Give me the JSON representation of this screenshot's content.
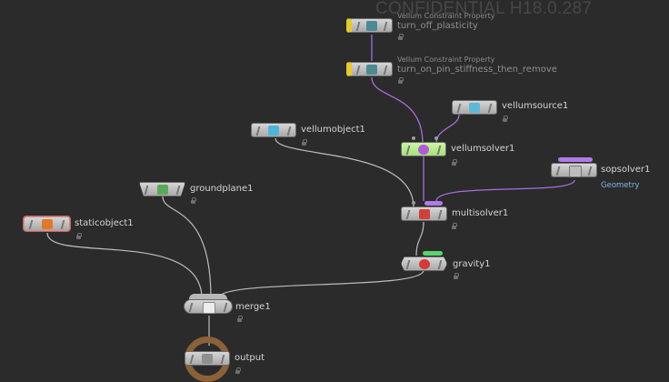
{
  "watermark": "CONFIDENTIAL H18.0.287",
  "nodes": {
    "turn_off_plasticity": {
      "type": "Vellum Constraint Property",
      "name": "turn_off_plasticity"
    },
    "turn_on_pin": {
      "type": "Vellum Constraint Property",
      "name": "turn_on_pin_stiffness_then_remove"
    },
    "vellumsource1": {
      "name": "vellumsource1"
    },
    "vellumobject1": {
      "name": "vellumobject1"
    },
    "vellumsolver1": {
      "name": "vellumsolver1"
    },
    "sopsolver1": {
      "name": "sopsolver1",
      "output_label": "Geometry"
    },
    "groundplane1": {
      "name": "groundplane1"
    },
    "multisolver1": {
      "name": "multisolver1"
    },
    "staticobject1": {
      "name": "staticobject1"
    },
    "gravity1": {
      "name": "gravity1"
    },
    "merge1": {
      "name": "merge1"
    },
    "output": {
      "name": "output"
    }
  },
  "colors": {
    "background": "#2b2b2b",
    "wire": "#bdbdbd",
    "wire_constraint": "#a86ee0",
    "solver_green": "#b6ec8a",
    "flag_yellow": "#e4c930",
    "badge_purple": "#b07be6",
    "badge_green": "#5ad46a",
    "output_ring": "#8a6138",
    "selected_border": "#d98c8c"
  },
  "icons": {
    "constraint": "vellum-constraint-icon",
    "source": "vellum-source-icon",
    "object": "vellum-object-icon",
    "solver": "vellum-solver-icon",
    "sopsolver": "sop-solver-icon",
    "groundplane": "ground-plane-icon",
    "multisolver": "multisolver-icon",
    "staticobject": "static-object-icon",
    "gravity": "gravity-icon",
    "merge": "merge-icon",
    "output": "output-icon"
  }
}
